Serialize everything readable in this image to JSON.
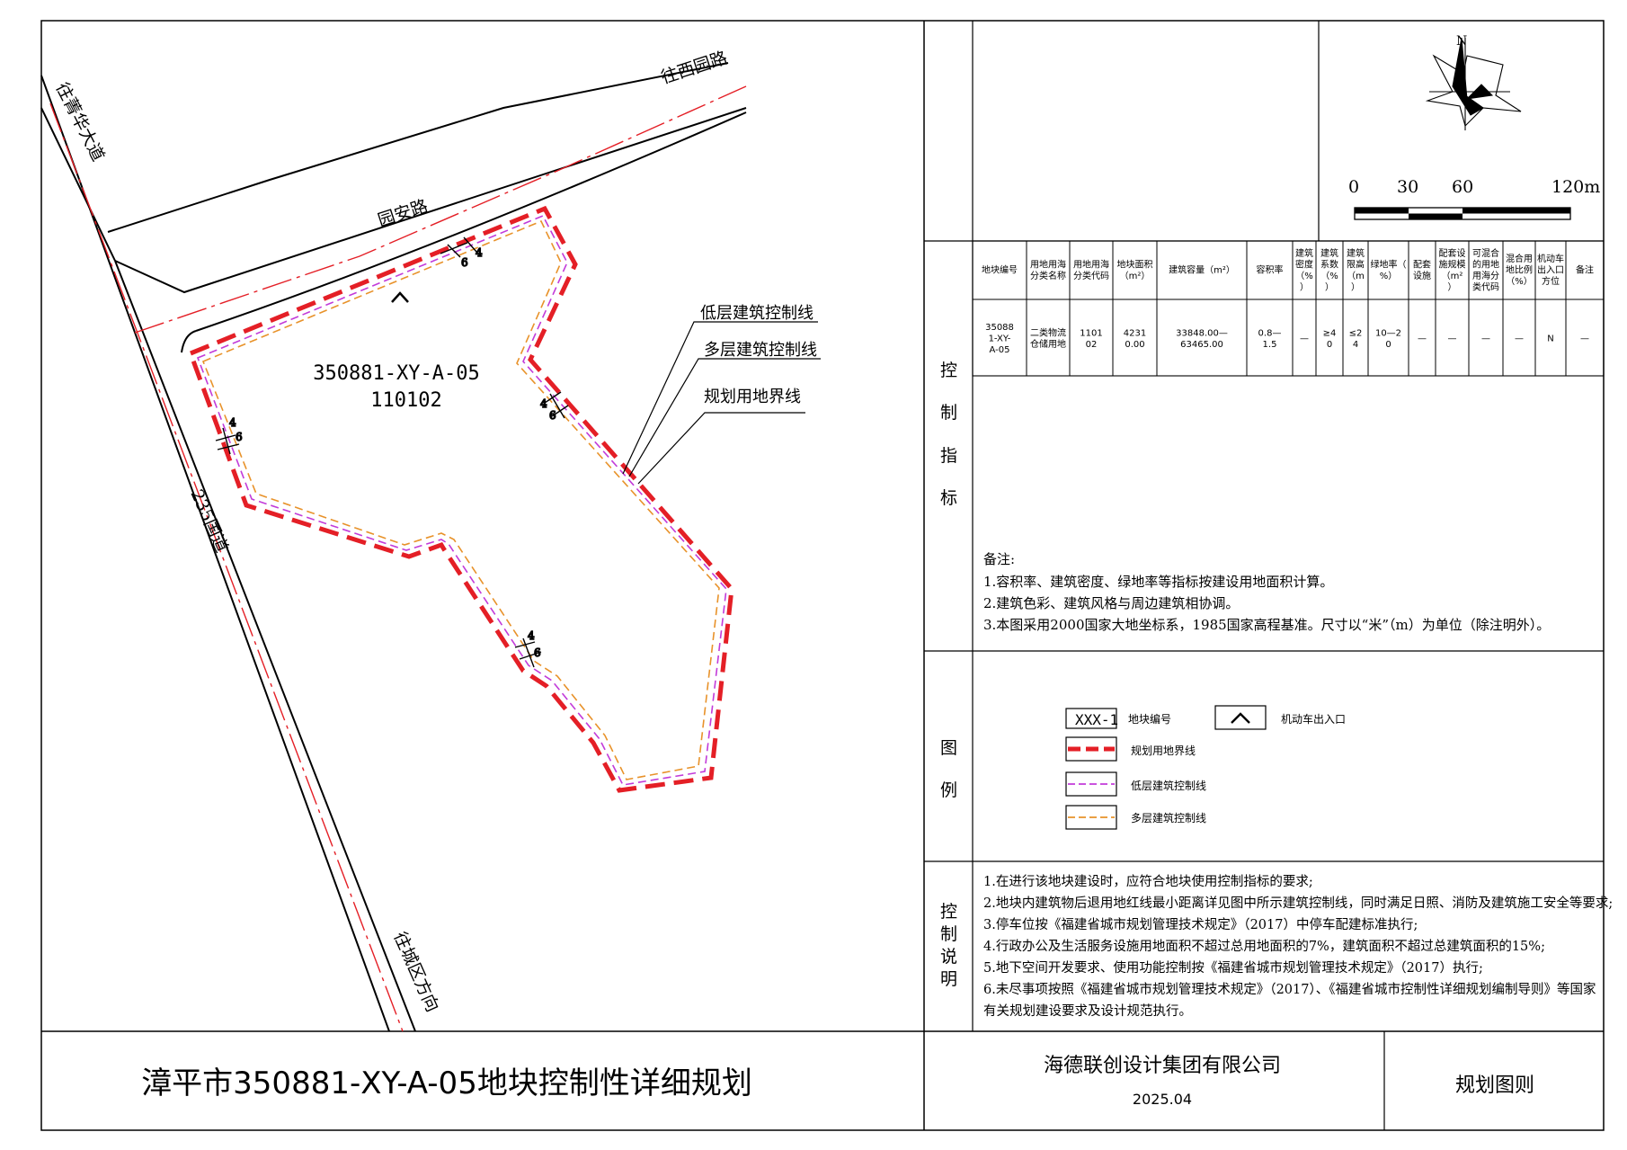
{
  "map": {
    "roads": {
      "northwest": "往菁华大道",
      "west_road": "往西园路",
      "yuanan": "园安路",
      "national": "235国道",
      "city": "往城区方向"
    },
    "parcel": {
      "id": "350881-XY-A-05",
      "code": "110102",
      "setback_far": "4",
      "setback_near": "6"
    },
    "callouts": {
      "low": "低层建筑控制线",
      "multi": "多层建筑控制线",
      "boundary": "规划用地界线"
    }
  },
  "compass": {
    "north": "N"
  },
  "scale": {
    "t0": "0",
    "t30": "30",
    "t60": "60",
    "t120": "120m"
  },
  "indicators": {
    "section_title": "控制指标",
    "headers": [
      "地块编号",
      "用地用海分类名称",
      "用地用海分类代码",
      "地块面积（m²）",
      "建筑容量（m²）",
      "容积率",
      "建筑密度（%）",
      "建筑系数（%）",
      "建筑限高（m）",
      "绿地率（%）",
      "配套设施",
      "配套设施规模（m²）",
      "可混合的用地用海分类代码",
      "混合用地比例（%）",
      "机动车出入口方位",
      "备注"
    ],
    "row": [
      "350881-XY-A-05",
      "二类物流仓储用地",
      "110102",
      "42310.00",
      "33848.00—63465.00",
      "0.8—1.5",
      "—",
      "≥40",
      "≤24",
      "10—20",
      "—",
      "—",
      "—",
      "—",
      "N",
      "—"
    ],
    "notes_title": "备注:",
    "notes": [
      "1.容积率、建筑密度、绿地率等指标按建设用地面积计算。",
      "2.建筑色彩、建筑风格与周边建筑相协调。",
      "3.本图采用2000国家大地坐标系，1985国家高程基准。尺寸以“米”（m）为单位（除注明外）。"
    ]
  },
  "legend": {
    "section_title": "图例",
    "parcel_sample": "XXX-1",
    "parcel_label": "地块编号",
    "entrance_label": "机动车出入口",
    "boundary_label": "规划用地界线",
    "low_label": "低层建筑控制线",
    "multi_label": "多层建筑控制线"
  },
  "control": {
    "section_title": "控制说明",
    "items": [
      "1.在进行该地块建设时，应符合地块使用控制指标的要求;",
      "2.地块内建筑物后退用地红线最小距离详见图中所示建筑控制线，同时满足日照、消防及建筑施工安全等要求;",
      "3.停车位按《福建省城市规划管理技术规定》（2017）中停车配建标准执行;",
      "4.行政办公及生活服务设施用地面积不超过总用地面积的7%，建筑面积不超过总建筑面积的15%;",
      "5.地下空间开发要求、使用功能控制按《福建省城市规划管理技术规定》（2017）执行;",
      "6.未尽事项按照《福建省城市规划管理技术规定》（2017）、《福建省城市控制性详细规划编制导则》等国家",
      "有关规划建设要求及设计规范执行。"
    ]
  },
  "footer": {
    "title": "漳平市350881-XY-A-05地块控制性详细规划",
    "company": "海德联创设计集团有限公司",
    "date": "2025.04",
    "sheet_name": "规划图则"
  },
  "colors": {
    "boundary": "#e41f26",
    "low_line": "#c23bd9",
    "multi_line": "#e8922a",
    "road_center": "#e41f26"
  }
}
